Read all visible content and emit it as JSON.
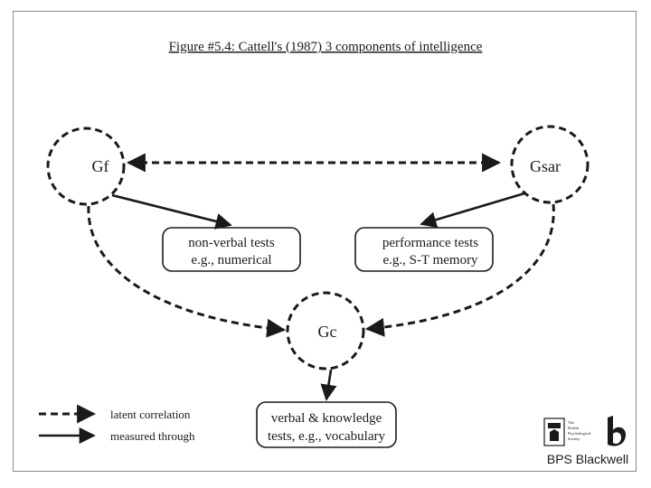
{
  "title": "Figure #5.4: Cattell's (1987) 3 components of intelligence",
  "nodes": {
    "gf": "Gf",
    "gsar": "Gsar",
    "gc": "Gc"
  },
  "boxes": {
    "nonverbal": {
      "line1": "non-verbal tests",
      "line2": "e.g., numerical"
    },
    "performance": {
      "line1": "performance tests",
      "line2": "e.g., S-T memory"
    },
    "verbal": {
      "line1": "verbal & knowledge",
      "line2": "tests, e.g., vocabulary"
    }
  },
  "legend": {
    "dashed": "latent correlation",
    "solid": "measured through"
  },
  "logo": {
    "society_line1": "The",
    "society_line2": "British",
    "society_line3": "Psychological",
    "society_line4": "Society",
    "publisher": "BPS Blackwell"
  },
  "colors": {
    "ink": "#1a1a1a",
    "frame": "#8a8a8a"
  }
}
